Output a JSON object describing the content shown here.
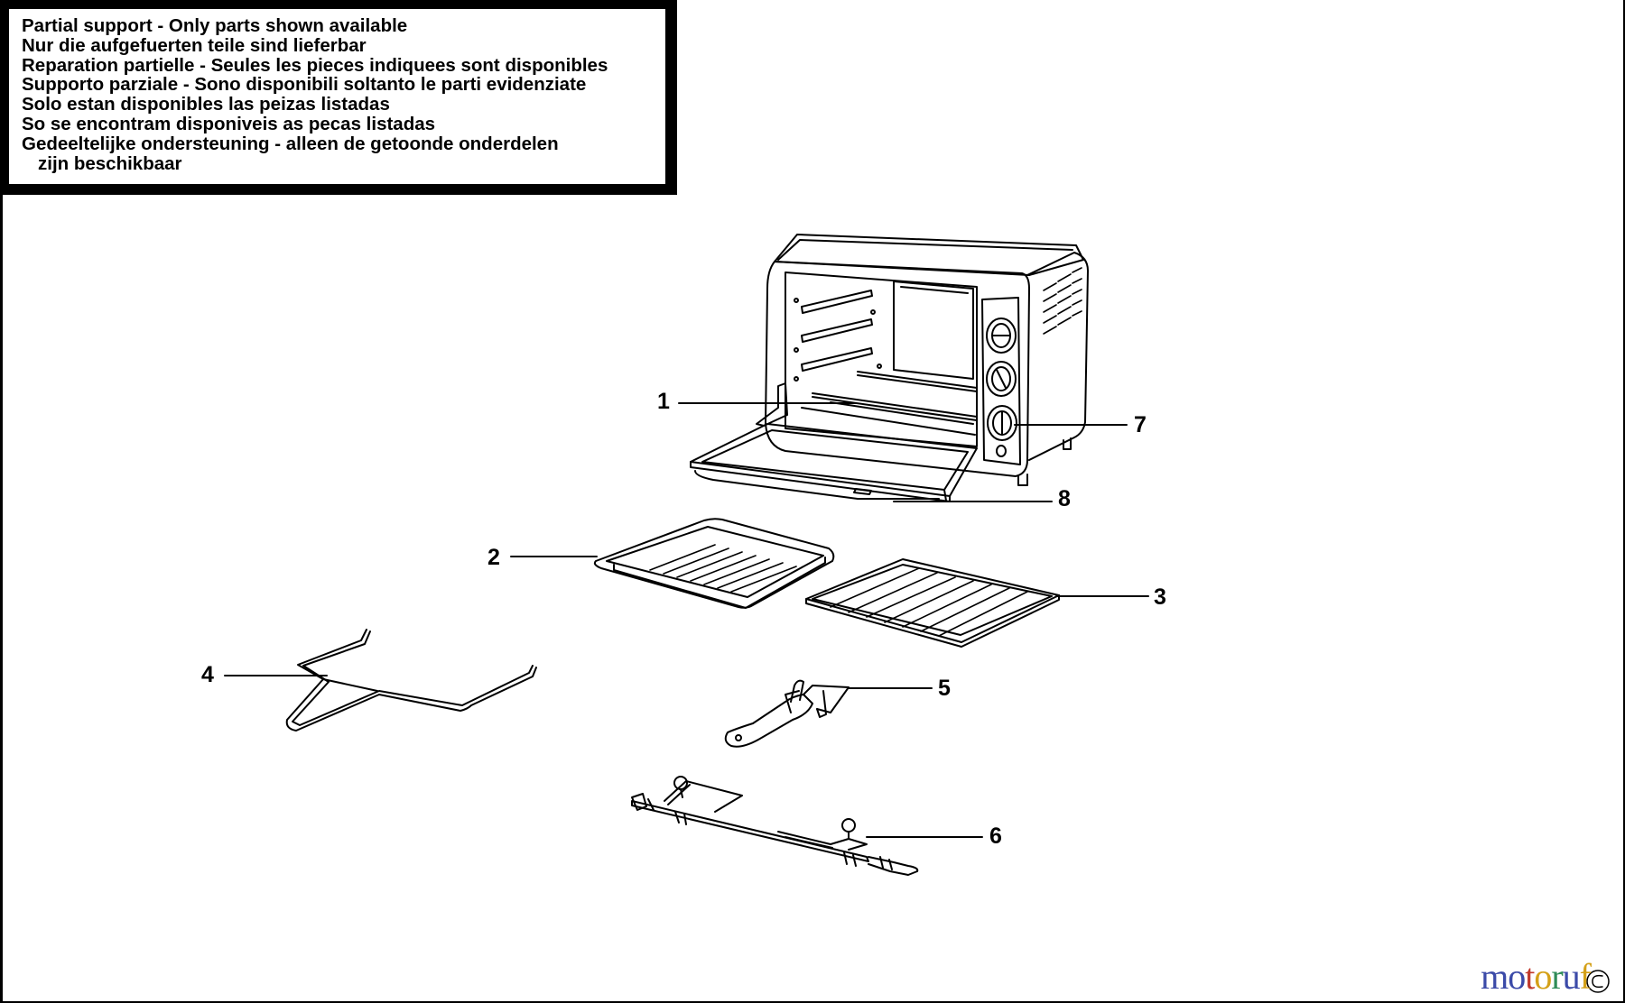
{
  "notice": {
    "lines": [
      "Partial support - Only parts shown available",
      "Nur die aufgefuerten teile sind lieferbar",
      "Reparation partielle - Seules les pieces indiquees sont disponibles",
      "Supporto parziale - Sono disponibili soltanto le parti evidenziate",
      "Solo estan disponibles las peizas listadas",
      "So se encontram disponiveis as pecas listadas",
      "Gedeeltelijke ondersteuning - alleen de getoonde onderdelen",
      "zijn beschikbaar"
    ]
  },
  "parts": {
    "p1": "1",
    "p2": "2",
    "p3": "3",
    "p4": "4",
    "p5": "5",
    "p6": "6",
    "p7": "7",
    "p8": "8"
  },
  "watermark": {
    "text": "motoruf",
    "letters": [
      "m",
      "o",
      "t",
      "o",
      "r",
      "u",
      "f"
    ],
    "colors": [
      "#3b4aa8",
      "#3b4aa8",
      "#c0392b",
      "#d4a017",
      "#2e8b57",
      "#3b4aa8",
      "#d4a017"
    ]
  }
}
